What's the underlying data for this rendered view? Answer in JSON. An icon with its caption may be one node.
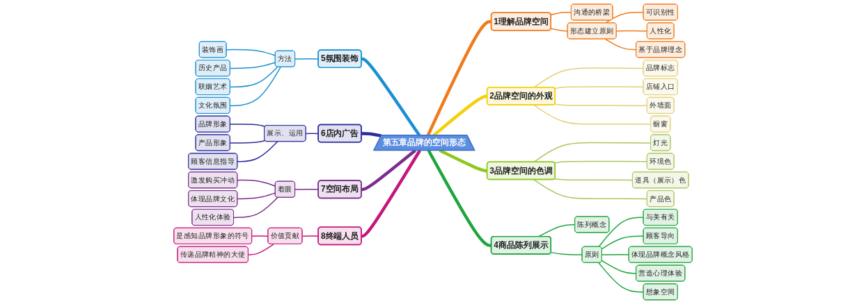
{
  "diagram": {
    "nodes": [
      {
        "text": [
          "第五章品牌的空间形态"
        ]
      },
      {
        "text": [
          "1理解品牌空间"
        ]
      },
      {
        "text": [
          "沟通的桥梁"
        ]
      },
      {
        "text": [
          "形态建立原则"
        ]
      },
      {
        "text": [
          "可识别性"
        ]
      },
      {
        "text": [
          "人性化"
        ]
      },
      {
        "text": [
          "基于品牌理念"
        ]
      },
      {
        "text": [
          "2品牌空间的外观"
        ]
      },
      {
        "text": [
          "品牌标志"
        ]
      },
      {
        "text": [
          "店铺入口"
        ]
      },
      {
        "text": [
          "外墙面"
        ]
      },
      {
        "text": [
          "橱窗"
        ]
      },
      {
        "text": [
          "3品牌空间的色调"
        ]
      },
      {
        "text": [
          "灯光"
        ]
      },
      {
        "text": [
          "环境色"
        ]
      },
      {
        "text": [
          "道具（展示）色"
        ]
      },
      {
        "text": [
          "产品色"
        ]
      },
      {
        "text": [
          "4商品陈列展示"
        ]
      },
      {
        "text": [
          "陈列概念"
        ]
      },
      {
        "text": [
          "原则"
        ]
      },
      {
        "text": [
          "与美有关"
        ]
      },
      {
        "text": [
          "顾客导向"
        ]
      },
      {
        "text": [
          "体现品牌概念风格"
        ]
      },
      {
        "text": [
          "营造心理体验"
        ]
      },
      {
        "text": [
          "想象空间"
        ]
      },
      {
        "text": [
          "5氛围装饰"
        ]
      },
      {
        "text": [
          "方法"
        ]
      },
      {
        "text": [
          "装饰画"
        ]
      },
      {
        "text": [
          "历史产品"
        ]
      },
      {
        "text": [
          "联姻艺术"
        ]
      },
      {
        "text": [
          "文化氛围"
        ]
      },
      {
        "text": [
          "6店内广告"
        ]
      },
      {
        "text": [
          "展示、运用"
        ]
      },
      {
        "text": [
          "品牌形象"
        ]
      },
      {
        "text": [
          "产品形象"
        ]
      },
      {
        "text": [
          "顾客信息指导"
        ]
      },
      {
        "text": [
          "7空间布局"
        ]
      },
      {
        "text": [
          "着眼"
        ]
      },
      {
        "text": [
          "激发购买冲动"
        ]
      },
      {
        "text": [
          "体现品牌文化"
        ]
      },
      {
        "text": [
          "人性化体验"
        ]
      },
      {
        "text": [
          "8终端人员"
        ]
      },
      {
        "text": [
          "价值贡献"
        ]
      },
      {
        "text": [
          "是感知品牌形象的符号"
        ]
      },
      {
        "text": [
          "传递品牌精神的大使"
        ]
      }
    ],
    "edges": [
      {
        "from": 0,
        "to": 1,
        "arrow": "none",
        "style": "thick",
        "color": "#f07b1c"
      },
      {
        "from": 1,
        "to": 2,
        "arrow": "none",
        "color": "#f07b1c"
      },
      {
        "from": 1,
        "to": 3,
        "arrow": "none",
        "color": "#f07b1c"
      },
      {
        "from": 3,
        "to": 4,
        "arrow": "none",
        "color": "#f07b1c"
      },
      {
        "from": 3,
        "to": 5,
        "arrow": "none",
        "color": "#f07b1c"
      },
      {
        "from": 3,
        "to": 6,
        "arrow": "none",
        "color": "#f07b1c"
      },
      {
        "from": 0,
        "to": 7,
        "arrow": "none",
        "style": "thick",
        "color": "#f5cf0a"
      },
      {
        "from": 7,
        "to": 8,
        "arrow": "none",
        "color": "#e3cf78"
      },
      {
        "from": 7,
        "to": 9,
        "arrow": "none",
        "color": "#e3cf78"
      },
      {
        "from": 7,
        "to": 10,
        "arrow": "none",
        "color": "#e3cf78"
      },
      {
        "from": 7,
        "to": 11,
        "arrow": "none",
        "color": "#e3cf78"
      },
      {
        "from": 0,
        "to": 12,
        "arrow": "none",
        "style": "thick",
        "color": "#8dc81c"
      },
      {
        "from": 12,
        "to": 13,
        "arrow": "none",
        "color": "#a9c65e"
      },
      {
        "from": 12,
        "to": 14,
        "arrow": "none",
        "color": "#a9c65e"
      },
      {
        "from": 12,
        "to": 15,
        "arrow": "none",
        "color": "#a9c65e"
      },
      {
        "from": 12,
        "to": 16,
        "arrow": "none",
        "color": "#a9c65e"
      },
      {
        "from": 0,
        "to": 17,
        "arrow": "none",
        "style": "thick",
        "color": "#1fa53b"
      },
      {
        "from": 17,
        "to": 18,
        "arrow": "none",
        "color": "#1fa53b"
      },
      {
        "from": 17,
        "to": 19,
        "arrow": "none",
        "color": "#1fa53b"
      },
      {
        "from": 19,
        "to": 20,
        "arrow": "none",
        "color": "#1fa53b"
      },
      {
        "from": 19,
        "to": 21,
        "arrow": "none",
        "color": "#1fa53b"
      },
      {
        "from": 19,
        "to": 22,
        "arrow": "none",
        "color": "#1fa53b"
      },
      {
        "from": 19,
        "to": 23,
        "arrow": "none",
        "color": "#1fa53b"
      },
      {
        "from": 19,
        "to": 24,
        "arrow": "none",
        "color": "#1fa53b"
      },
      {
        "from": 0,
        "to": 25,
        "arrow": "none",
        "style": "thick",
        "color": "#1c8fd2"
      },
      {
        "from": 25,
        "to": 26,
        "arrow": "none",
        "color": "#1c8fd2"
      },
      {
        "from": 26,
        "to": 27,
        "arrow": "none",
        "color": "#1c8fd2"
      },
      {
        "from": 26,
        "to": 28,
        "arrow": "none",
        "color": "#1c8fd2"
      },
      {
        "from": 26,
        "to": 29,
        "arrow": "none",
        "color": "#1c8fd2"
      },
      {
        "from": 26,
        "to": 30,
        "arrow": "none",
        "color": "#1c8fd2"
      },
      {
        "from": 0,
        "to": 31,
        "arrow": "none",
        "style": "thick",
        "color": "#2c2b9c"
      },
      {
        "from": 31,
        "to": 32,
        "arrow": "none",
        "color": "#2c2b9c"
      },
      {
        "from": 32,
        "to": 33,
        "arrow": "none",
        "color": "#2c2b9c"
      },
      {
        "from": 32,
        "to": 34,
        "arrow": "none",
        "color": "#2c2b9c"
      },
      {
        "from": 32,
        "to": 35,
        "arrow": "none",
        "color": "#2c2b9c"
      },
      {
        "from": 0,
        "to": 36,
        "arrow": "none",
        "style": "thick",
        "color": "#7b2c8c"
      },
      {
        "from": 36,
        "to": 37,
        "arrow": "none",
        "color": "#7b2c8c"
      },
      {
        "from": 37,
        "to": 38,
        "arrow": "none",
        "color": "#7b2c8c"
      },
      {
        "from": 37,
        "to": 39,
        "arrow": "none",
        "color": "#7b2c8c"
      },
      {
        "from": 37,
        "to": 40,
        "arrow": "none",
        "color": "#7b2c8c"
      },
      {
        "from": 0,
        "to": 41,
        "arrow": "none",
        "style": "thick",
        "color": "#c3177d"
      },
      {
        "from": 41,
        "to": 42,
        "arrow": "none",
        "color": "#c3177d"
      },
      {
        "from": 42,
        "to": 43,
        "arrow": "none",
        "color": "#c3177d"
      },
      {
        "from": 42,
        "to": 44,
        "arrow": "none",
        "color": "#c3177d"
      }
    ]
  }
}
